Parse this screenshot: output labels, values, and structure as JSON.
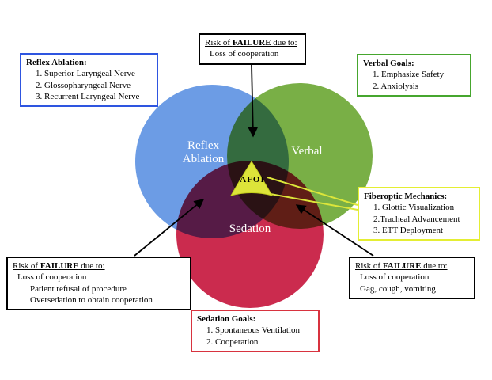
{
  "diagram": {
    "type": "venn-3-circle",
    "circles": {
      "reflex": {
        "label_line1": "Reflex",
        "label_line2": "Ablation",
        "color": "#6c9ce5"
      },
      "verbal": {
        "label": "Verbal",
        "color": "#79af46"
      },
      "sedation": {
        "label": "Sedation",
        "color": "#cb2b4e"
      }
    },
    "center": {
      "label": "AFOI",
      "fill": "#dde43a"
    }
  },
  "boxes": {
    "reflex": {
      "title": "Reflex Ablation:",
      "items": [
        "1. Superior Laryngeal Nerve",
        "2. Glossopharyngeal Nerve",
        "3. Recurrent Laryngeal Nerve"
      ],
      "border_color": "#2e55e0"
    },
    "risk_top": {
      "prefix": "Risk of ",
      "bold": "FAILURE",
      "suffix": " due to:",
      "lines": [
        "Loss of cooperation"
      ],
      "border_color": "#000000"
    },
    "verbal": {
      "title": "Verbal Goals:",
      "items": [
        "1. Emphasize Safety",
        "2. Anxiolysis"
      ],
      "border_color": "#46a62e"
    },
    "fiberoptic": {
      "title": "Fiberoptic Mechanics:",
      "items": [
        "1. Glottic Visualization",
        "2.Tracheal Advancement",
        "3. ETT Deployment"
      ],
      "border_color": "#e4ee33"
    },
    "risk_left": {
      "prefix": "Risk of ",
      "bold": "FAILURE",
      "suffix": " due to:",
      "lines": [
        "Loss of cooperation",
        "Patient refusal of procedure",
        "Oversedation to obtain cooperation"
      ],
      "border_color": "#000000"
    },
    "risk_right": {
      "prefix": "Risk of ",
      "bold": "FAILURE",
      "suffix": " due to:",
      "lines": [
        "Loss of cooperation",
        "Gag, cough, vomiting"
      ],
      "border_color": "#000000"
    },
    "sedation": {
      "title": "Sedation Goals:",
      "items": [
        "1. Spontaneous Ventilation",
        "2. Cooperation"
      ],
      "border_color": "#d8333f"
    }
  },
  "colors": {
    "arrow": "#000000",
    "connector_yellow": "#dce63a",
    "background": "#ffffff"
  }
}
